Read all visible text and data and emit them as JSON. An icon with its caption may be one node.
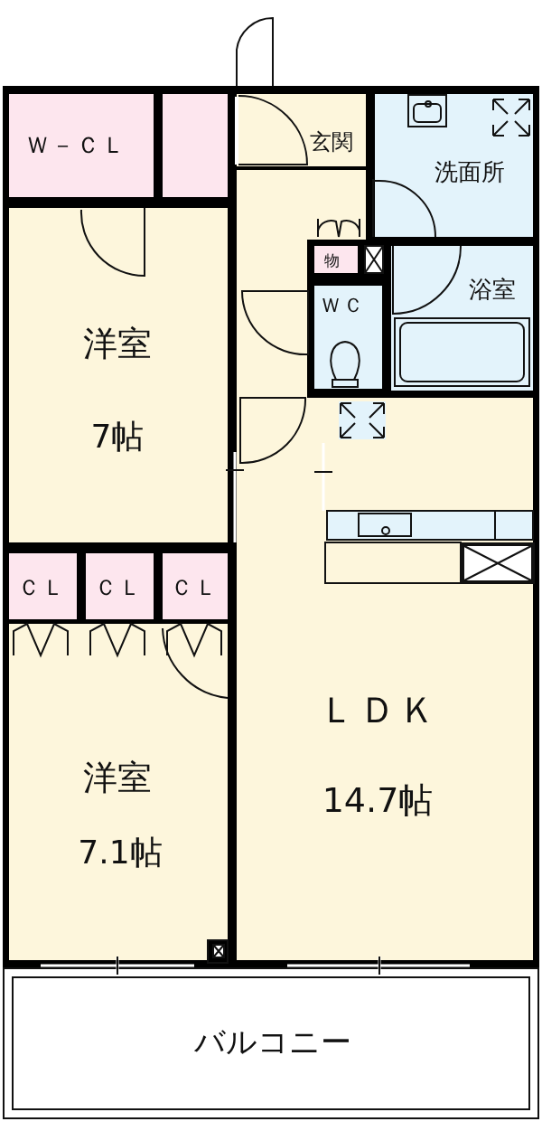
{
  "diagram": {
    "nodes": [
      {
        "text": [
          "Ｗ－ＣＬ"
        ]
      },
      {
        "text": [],
        "shape": "box"
      },
      {
        "text": [
          "玄関"
        ]
      },
      {
        "text": [],
        "shape": "box"
      },
      {
        "text": [
          "洗面所"
        ]
      },
      {
        "text": [
          "洋室",
          "7帖"
        ]
      },
      {
        "text": [
          "物"
        ]
      },
      {
        "text": [
          "ＷＣ"
        ]
      },
      {
        "text": [
          "浴室"
        ]
      },
      {
        "text": [
          "ＣＬ"
        ]
      },
      {
        "text": [
          "ＣＬ"
        ]
      },
      {
        "text": [
          "ＣＬ"
        ]
      },
      {
        "text": [
          "洋室",
          "7.1帖"
        ]
      },
      {
        "text": [
          "ＬＤＫ",
          "14.7帖"
        ]
      },
      {
        "text": [
          "バルコニー"
        ]
      }
    ]
  }
}
